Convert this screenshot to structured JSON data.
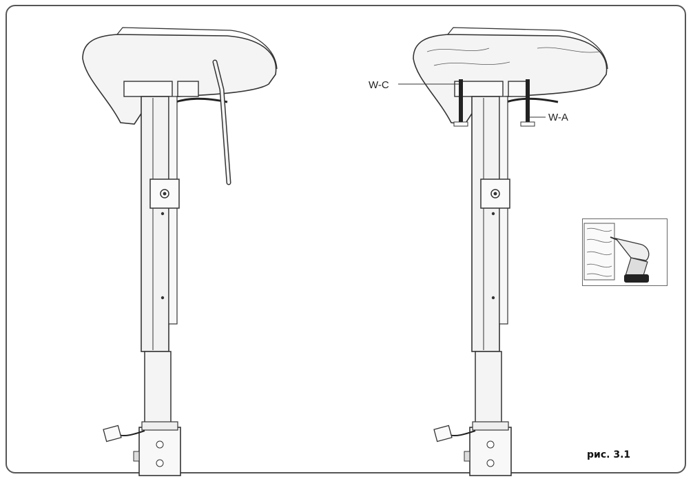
{
  "labels": {
    "wc": "W-C",
    "wa": "W-A"
  },
  "caption": "рис. 3.1",
  "icons": {
    "left_figure": "projector-ceiling-mount-illustration",
    "right_figure": "projector-ceiling-mount-with-screws-illustration",
    "inset": "drill-into-wood-icon"
  },
  "colors": {
    "line": "#333333",
    "frame": "#555555",
    "fill": "#f4f4f4"
  }
}
